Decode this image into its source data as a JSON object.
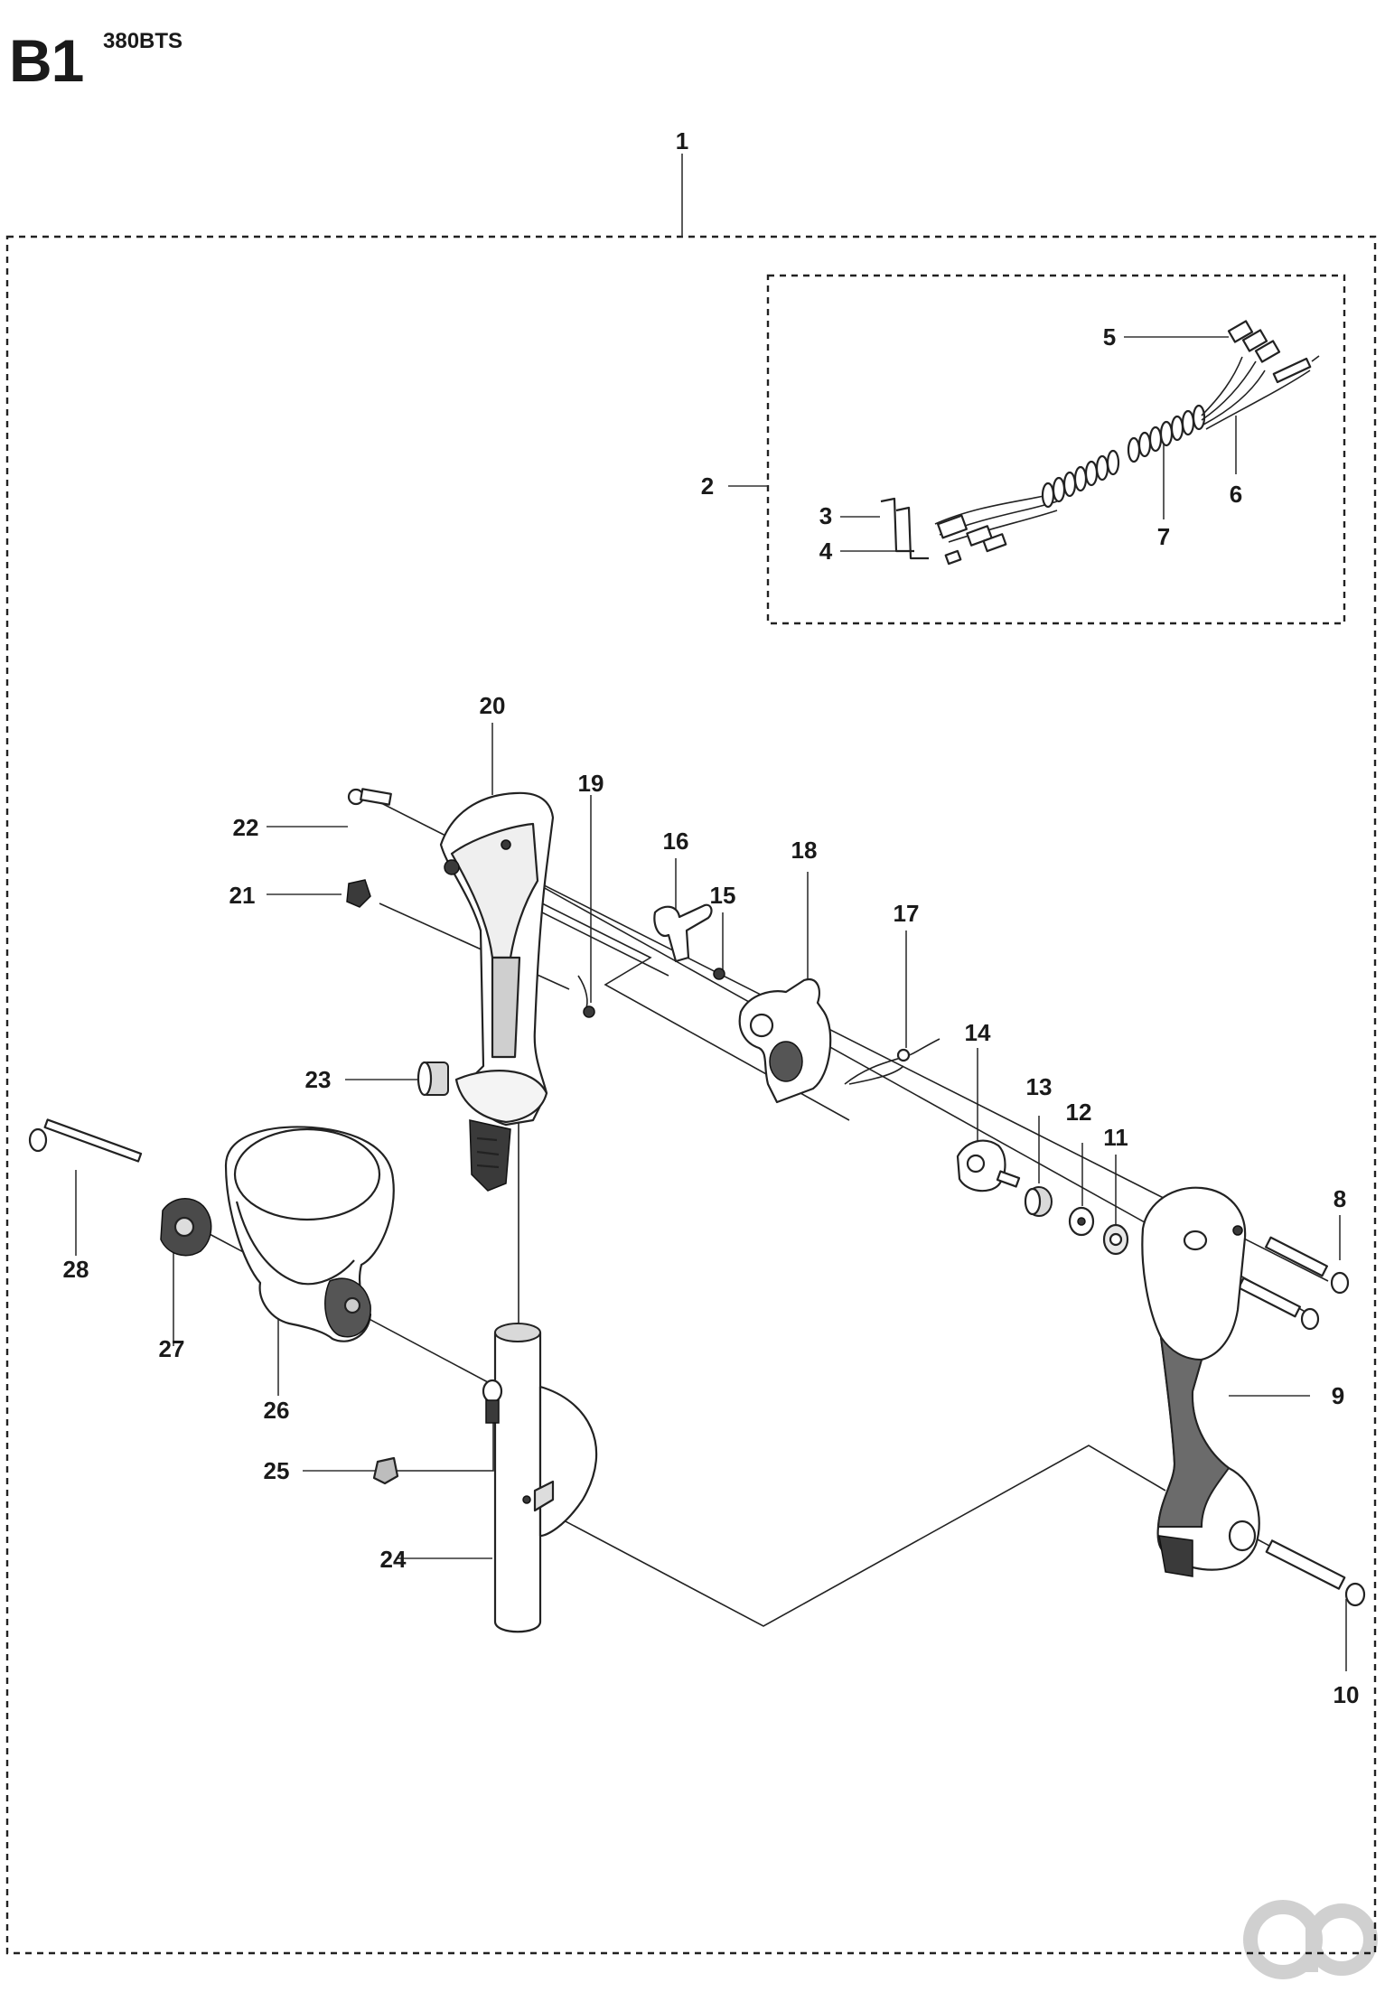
{
  "header": {
    "section": "B1",
    "model": "380BTS"
  },
  "callouts": [
    "1",
    "2",
    "3",
    "4",
    "5",
    "6",
    "7",
    "8",
    "9",
    "10",
    "11",
    "12",
    "13",
    "14",
    "15",
    "16",
    "17",
    "18",
    "19",
    "20",
    "21",
    "22",
    "23",
    "24",
    "25",
    "26",
    "27",
    "28"
  ],
  "watermark_icon": "ao-logo-icon"
}
